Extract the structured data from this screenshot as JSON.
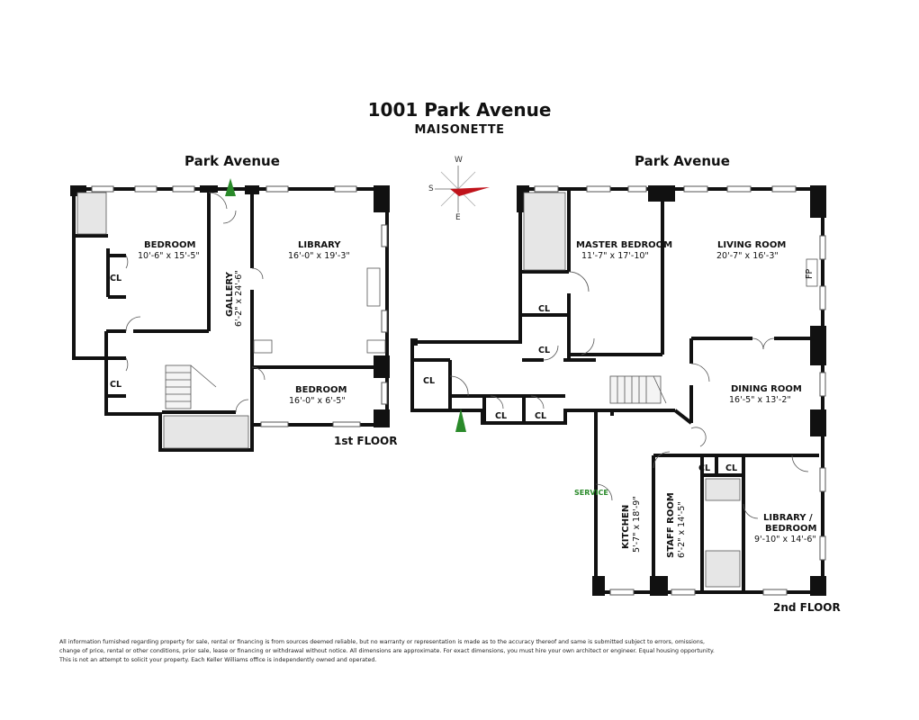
{
  "header": {
    "title": "1001 Park Avenue",
    "subtitle": "MAISONETTE"
  },
  "floor1": {
    "street": "Park Avenue",
    "label": "1st FLOOR",
    "rooms": {
      "bedroom_a": {
        "name": "BEDROOM",
        "dims": "10'-6\" x 15'-5\""
      },
      "library": {
        "name": "LIBRARY",
        "dims": "16'-0\" x 19'-3\""
      },
      "gallery": {
        "name": "GALLERY",
        "dims": "6'-2\" x 24'-6\""
      },
      "bedroom_b": {
        "name": "BEDROOM",
        "dims": "16'-0\" x 6'-5\""
      }
    },
    "closets": [
      "CL",
      "CL"
    ]
  },
  "floor2": {
    "street": "Park Avenue",
    "label": "2nd FLOOR",
    "rooms": {
      "master_bedroom": {
        "name": "MASTER BEDROOM",
        "dims": "11'-7\" x 17'-10\""
      },
      "living_room": {
        "name": "LIVING ROOM",
        "dims": "20'-7\" x 16'-3\""
      },
      "dining_room": {
        "name": "DINING ROOM",
        "dims": "16'-5\" x 13'-2\""
      },
      "kitchen": {
        "name": "KITCHEN",
        "dims": "5'-7\" x 18'-9\""
      },
      "staff_room": {
        "name": "STAFF ROOM",
        "dims": "6'-2\" x 14'-5\""
      },
      "library_bedroom": {
        "name_line1": "LIBRARY /",
        "name_line2": "BEDROOM",
        "dims": "9'-10\" x 14'-6\""
      }
    },
    "closets": [
      "CL",
      "CL",
      "CL",
      "CL",
      "CL",
      "CL",
      "CL"
    ],
    "fireplace": "FP",
    "service": "SERVICE"
  },
  "compass": {
    "n": "W",
    "s": "E",
    "w": "S"
  },
  "disclaimer": [
    "All information furnished regarding property for sale, rental or financing is from sources deemed reliable, but no warranty or representation is made as to the accuracy thereof and same is submitted subject to errors, omissions,",
    "change of price, rental or other conditions, prior sale, lease or financing or withdrawal without notice. All dimensions are approximate. For exact dimensions, you must hire your own architect or engineer. Equal housing opportunity.",
    "This is not an attempt to solicit your property. Each Keller Williams office is independently owned and operated."
  ],
  "colors": {
    "wall": "#111111",
    "window": "#d8d8d8",
    "fixture": "#e6e6e6",
    "entry_arrow": "#2a8a2a",
    "compass_needle": "#c0131b"
  }
}
